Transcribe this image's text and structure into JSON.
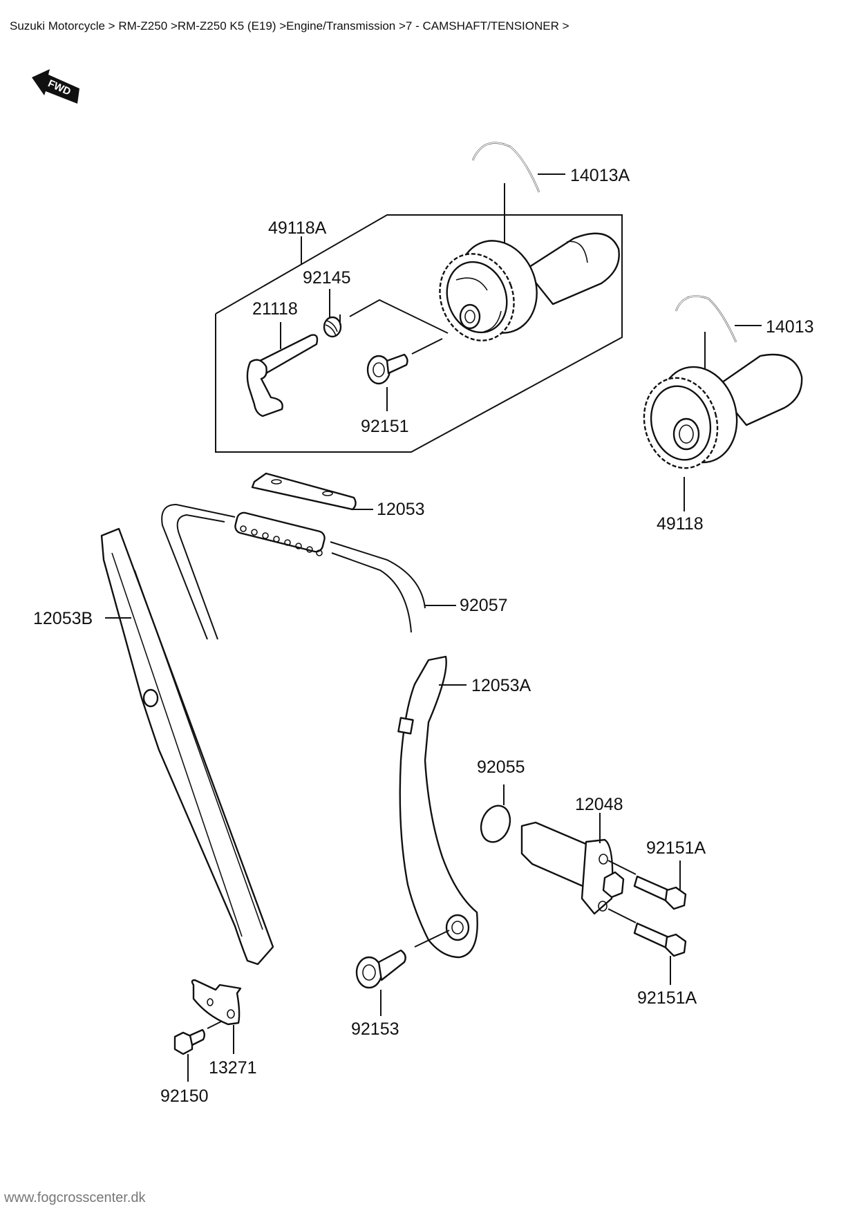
{
  "breadcrumb": {
    "items": [
      "Suzuki Motorcycle",
      "RM-Z250",
      "RM-Z250 K5 (E19)",
      "Engine/Transmission",
      "7 - CAMSHAFT/TENSIONER"
    ],
    "separator": " > "
  },
  "fwd_indicator": {
    "icon": "fwd-arrow-icon",
    "label": "FWD"
  },
  "parts": {
    "p14013A": "14013A",
    "p49118A": "49118A",
    "p92145": "92145",
    "p21118": "21118",
    "p92151": "92151",
    "p14013": "14013",
    "p49118": "49118",
    "p12053": "12053",
    "p92057": "92057",
    "p12053B": "12053B",
    "p12053A": "12053A",
    "p92055": "92055",
    "p12048": "12048",
    "p92151A_top": "92151A",
    "p92151A_bottom": "92151A",
    "p92153": "92153",
    "p13271": "13271",
    "p92150": "92150"
  },
  "footer": {
    "site": "www.fogcrosscenter.dk"
  }
}
